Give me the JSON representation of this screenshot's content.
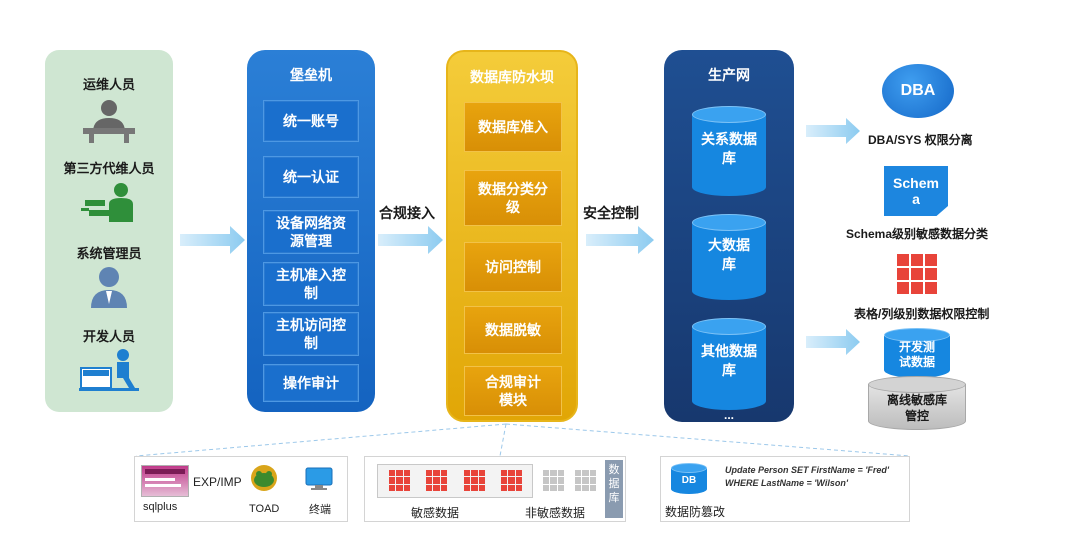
{
  "users": [
    {
      "label": "运维人员",
      "icon": "ops-worker-icon"
    },
    {
      "label": "第三方代维人员",
      "icon": "third-party-icon"
    },
    {
      "label": "系统管理员",
      "icon": "admin-icon"
    },
    {
      "label": "开发人员",
      "icon": "developer-icon"
    }
  ],
  "bastion": {
    "title": "堡垒机",
    "items": [
      "统一账号",
      "统一认证",
      "设备网络资源管理",
      "主机准入控制",
      "主机访问控制",
      "操作审计"
    ]
  },
  "connectors": {
    "compliant_access": "合规接入",
    "security_control": "安全控制"
  },
  "firewall": {
    "title": "数据库防水坝",
    "items": [
      "数据库准入",
      "数据分类分级",
      "访问控制",
      "数据脱敏",
      "合规审计模块"
    ]
  },
  "prodnet": {
    "title": "生产网",
    "dbs": [
      "关系数据库",
      "大数据库",
      "其他数据库"
    ],
    "more": "..."
  },
  "right": {
    "dba_badge": "DBA",
    "dba_label": "DBA/SYS 权限分离",
    "schema_badge": "Schema",
    "schema_label": "Schema级别敏感数据分类",
    "table_label": "表格/列级别数据权限控制",
    "dev_db": "开发测试数据",
    "offline_db": "离线敏感库管控"
  },
  "bottom": {
    "tools": {
      "exp_imp": "EXP/IMP",
      "sqlplus": "sqlplus",
      "toad": "TOAD",
      "terminal": "终端"
    },
    "data": {
      "sensitive": "敏感数据",
      "nonsensitive": "非敏感数据",
      "db_side": "数据库"
    },
    "tamper": {
      "db_badge": "DB",
      "sql_line1": "Update Person SET FirstName = 'Fred'",
      "sql_line2": "WHERE LastName = 'Wilson'",
      "label": "数据防篡改"
    }
  },
  "colors": {
    "bastion_blue": "#1e73cf",
    "firewall_gold": "#e8a40e",
    "prodnet_navy": "#1b427e",
    "user_green": "#cfe6d2",
    "sensitive_red": "#e8443a",
    "arrow_blue": "#9ad0f0"
  }
}
